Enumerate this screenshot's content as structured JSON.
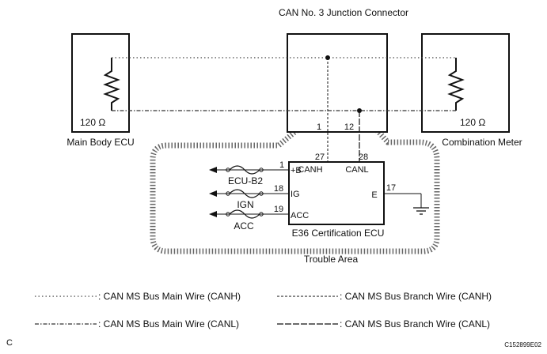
{
  "title": "CAN No. 3 Junction Connector",
  "boxes": {
    "main_body_ecu": {
      "caption": "Main Body ECU",
      "resistance": "120 Ω"
    },
    "combination_meter": {
      "caption": "Combination Meter",
      "resistance": "120 Ω"
    }
  },
  "junction_pins": {
    "left": "1",
    "right": "12"
  },
  "certification_ecu": {
    "caption": "E36  Certification ECU",
    "pin_canh": "27",
    "pin_canl": "28",
    "label_canh": "CANH",
    "label_canl": "CANL",
    "left_pins": [
      {
        "pin": "1",
        "terminal": "+B",
        "fuse": "ECU-B2"
      },
      {
        "pin": "18",
        "terminal": "IG",
        "fuse": "IGN"
      },
      {
        "pin": "19",
        "terminal": "ACC",
        "fuse": "ACC"
      }
    ],
    "ground_pin": "17",
    "ground_terminal": "E"
  },
  "trouble_area": "Trouble Area",
  "legend": [
    {
      "text": ": CAN MS Bus Main Wire (CANH)"
    },
    {
      "text": ": CAN MS Bus Branch Wire (CANH)"
    },
    {
      "text": ": CAN MS Bus Main Wire (CANL)"
    },
    {
      "text": ": CAN MS Bus Branch Wire (CANL)"
    }
  ],
  "corner_left": "C",
  "code": "C152899E02"
}
